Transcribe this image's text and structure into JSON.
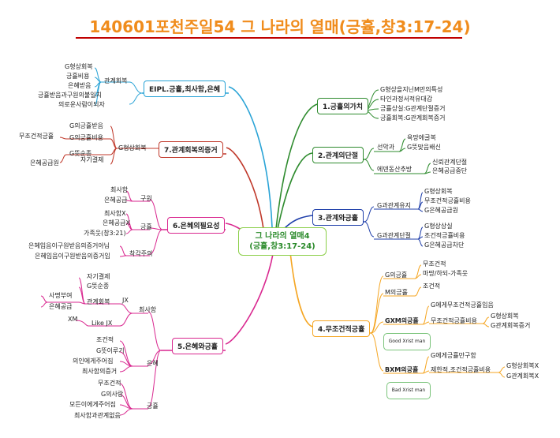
{
  "title": "140601포천주일54 그 나라의 열매(긍휼,창3:17-24)",
  "center": {
    "line1": "그 나라의 열매4",
    "line2": "(긍휼,창3:17-24)"
  },
  "branches": {
    "b1": {
      "label": "1.긍휼의가치",
      "items": [
        "G형상을지닌M만의특성",
        "타인과정서적유대감",
        "긍휼상실:G관계단절증거",
        "긍휼회복:G관계회복증거"
      ]
    },
    "b2": {
      "label": "2.관계의단절",
      "sub1": "선악과",
      "sub1_items": [
        "욕망에굴복",
        "G뜻맞음배신"
      ],
      "sub2": "에덴동산추방",
      "sub2_items": [
        "신뢰관계단절",
        "은혜공급중단"
      ]
    },
    "b3": {
      "label": "3.관계와긍휼",
      "sub1": "G과관계유지",
      "sub1_items": [
        "G형상회복",
        "무조건적긍휼비용",
        "G은혜공급원"
      ],
      "sub2": "G과관계단절",
      "sub2_items": [
        "G형상상실",
        "조건적긍휼비용",
        "G은혜공급차단"
      ]
    },
    "b4": {
      "label": "4.무조건적긍휼",
      "g1": "G의긍휼",
      "g1_items": [
        "무조건적",
        "마땅/하되-가족웃"
      ],
      "m1": "M의긍휼",
      "m1_items": [
        "조건적"
      ],
      "gxm": "GXM의긍휼",
      "gxm_items": [
        "G에게무조건적긍휼입음",
        "무조건적긍휼비용"
      ],
      "gxm_sub": [
        "G형상회복",
        "G관계회복증거"
      ],
      "gxm_call": "Good Xrist man",
      "bxm": "BXM의긍휼",
      "bxm_items": [
        "G에게긍휼만구함",
        "제한적,조건적긍휼비용"
      ],
      "bxm_sub": [
        "G형상회복X",
        "G관계회복X"
      ],
      "bxm_call": "Bad Xrist man"
    },
    "b5": {
      "label": "5.은혜와긍휼",
      "s1": "최사함",
      "jx": "JX",
      "jx_items": [
        "자기결제",
        "G뜻순종",
        "관계회복"
      ],
      "jx_sub": [
        "사명부여",
        "은혜공급"
      ],
      "xm": "XM",
      "likejx": "Like JX",
      "s2": "은혜",
      "s2_items": [
        "조건적",
        "G뜻이루기",
        "의인에게주어짐",
        "최사함의증거"
      ],
      "s3": "긍휼",
      "s3_items": [
        "무조건적",
        "G의사랑",
        "모든이에게주어짐",
        "최사함과관계없음"
      ]
    },
    "b6": {
      "label": "6.은혜의필요성",
      "s1": "구원",
      "s1_items": [
        "최사함",
        "은혜공급"
      ],
      "s2": "긍휼",
      "s2_items": [
        "최사함X",
        "은혜공급X",
        "가족웃(창3:21)"
      ],
      "s3": "착각주의",
      "s3_items": [
        "은혜입음이구원받음의증거아님",
        "은혜입음이구원받음의증거임"
      ]
    },
    "b7": {
      "label": "7.관계회복의증거",
      "s1": "G형상회복",
      "items": [
        "G의긍휼받음",
        "G의긍휼비용",
        "G뜻순종",
        "은혜공급원"
      ],
      "sub_a": "무조건적긍휼",
      "sub_b": "자기결제"
    },
    "b8": {
      "label": "EIPL.긍휼,최사함,은혜",
      "sub": "관계회복",
      "items": [
        "G형상회복",
        "긍휼비용",
        "은혜받음",
        "긍휼받음과구원의불일치",
        "의로운사람이되자"
      ]
    }
  },
  "colors": {
    "b1": "#2e8b2e",
    "b2": "#2e8b2e",
    "b3": "#1f3faa",
    "b4": "#f5a623",
    "b5": "#d9278f",
    "b6": "#d9278f",
    "b7": "#c0392b",
    "b8": "#29a3d6"
  }
}
